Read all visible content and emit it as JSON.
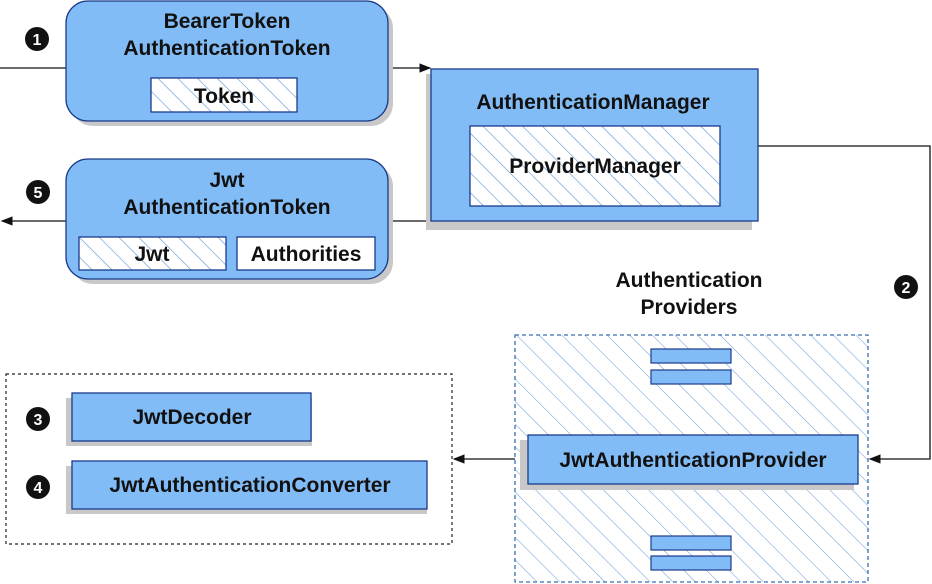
{
  "bearer_token": {
    "title_line1": "BearerToken",
    "title_line2": "AuthenticationToken",
    "token_label": "Token"
  },
  "authentication_manager": {
    "title": "AuthenticationManager",
    "provider_manager_label": "ProviderManager"
  },
  "jwt_token": {
    "title_line1": "Jwt",
    "title_line2": "AuthenticationToken",
    "jwt_label": "Jwt",
    "authorities_label": "Authorities"
  },
  "providers": {
    "heading_line1": "Authentication",
    "heading_line2": "Providers",
    "jwt_provider_label": "JwtAuthenticationProvider"
  },
  "decoder_group": {
    "jwt_decoder_label": "JwtDecoder",
    "jwt_converter_label": "JwtAuthenticationConverter"
  },
  "steps": {
    "step1": "1",
    "step2": "2",
    "step3": "3",
    "step4": "4",
    "step5": "5"
  },
  "colors": {
    "box_fill": "#82bcf6",
    "box_stroke": "#1a3a8a",
    "shadow": "#c8c8c8",
    "hatch": "#4a88cc",
    "step_fill": "#111111"
  }
}
